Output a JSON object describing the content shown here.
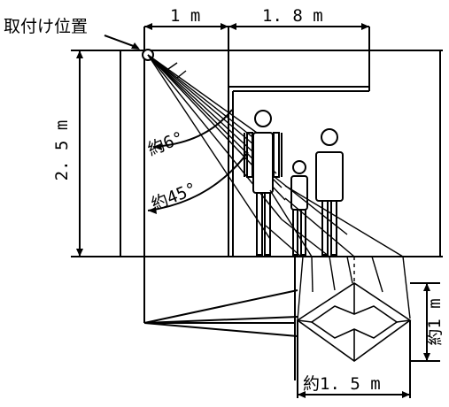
{
  "labels": {
    "mount_position": "取付け位置",
    "width_near": "1 m",
    "width_far": "1. 8 m",
    "height": "2. 5 m",
    "angle_narrow": "約6°",
    "angle_wide": "約45°",
    "floor_depth": "約1 m",
    "floor_width": "約1. 5 m"
  }
}
